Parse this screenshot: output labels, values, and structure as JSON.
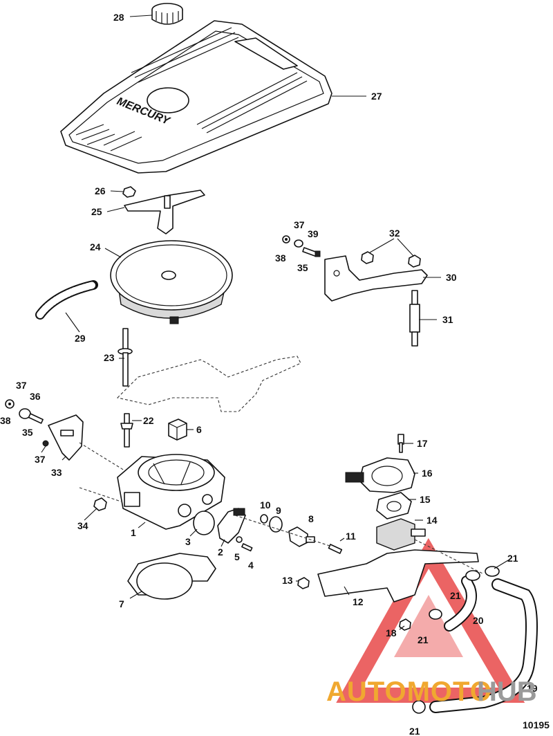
{
  "diagram": {
    "figure_number": "10195",
    "cover_logo_text": "MERCURY",
    "watermark": {
      "brand_a": "AUTOMOTO",
      "brand_b": "HUB",
      "color_a": "#f0a830",
      "color_b": "#9a9a9a",
      "triangle_color": "#e84a4a"
    },
    "callouts": [
      "1",
      "2",
      "3",
      "4",
      "5",
      "6",
      "7",
      "8",
      "9",
      "10",
      "11",
      "12",
      "13",
      "14",
      "15",
      "16",
      "17",
      "18",
      "19",
      "20",
      "21",
      "22",
      "23",
      "24",
      "25",
      "26",
      "27",
      "28",
      "29",
      "30",
      "31",
      "32",
      "33",
      "34",
      "35",
      "36",
      "37",
      "38",
      "39"
    ]
  }
}
